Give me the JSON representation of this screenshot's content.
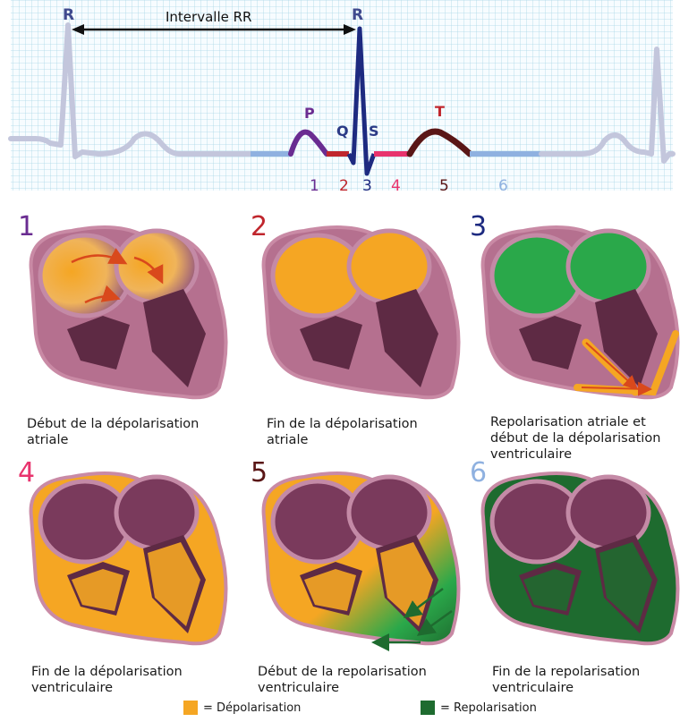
{
  "ecg": {
    "interval_label": "Intervalle RR",
    "r_left": "R",
    "r_right": "R",
    "wave_p": "P",
    "wave_q": "Q",
    "wave_s": "S",
    "wave_t": "T",
    "phase_numbers": [
      "1",
      "2",
      "3",
      "4",
      "5",
      "6"
    ],
    "phase_colors": [
      "#6a2c91",
      "#c0262d",
      "#1d2a80",
      "#e8336d",
      "#5a1616",
      "#8fb1e0"
    ],
    "grid_color": "#a9d7e6"
  },
  "panels": [
    {
      "number": "1",
      "caption": "Début de la dépolarisation\natriale",
      "state": "atrial-depolarization-start"
    },
    {
      "number": "2",
      "caption": "Fin de la dépolarisation\natriale",
      "state": "atrial-depolarization-end"
    },
    {
      "number": "3",
      "caption": "Repolarisation atriale et\ndébut de la dépolarisation\nventriculaire",
      "state": "ventricular-depolarization-start"
    },
    {
      "number": "4",
      "caption": "Fin de la dépolarisation\nventriculaire",
      "state": "ventricular-depolarization-end"
    },
    {
      "number": "5",
      "caption": "Début de la repolarisation\nventriculaire",
      "state": "ventricular-repolarization-start"
    },
    {
      "number": "6",
      "caption": "Fin de la repolarisation\nventriculaire",
      "state": "ventricular-repolarization-end"
    }
  ],
  "legend": {
    "depolarization": {
      "label": "= Dépolarisation",
      "color": "#f5a623"
    },
    "repolarization": {
      "label": "= Repolarisation",
      "color": "#1e6b2f"
    }
  },
  "colors": {
    "heart_outer": "#c98aa5",
    "heart_wall": "#b5708f",
    "chamber_dark": "#5e2a44",
    "orange": "#f5a623",
    "green": "#2aa84a",
    "arrow": "#d9491c"
  }
}
